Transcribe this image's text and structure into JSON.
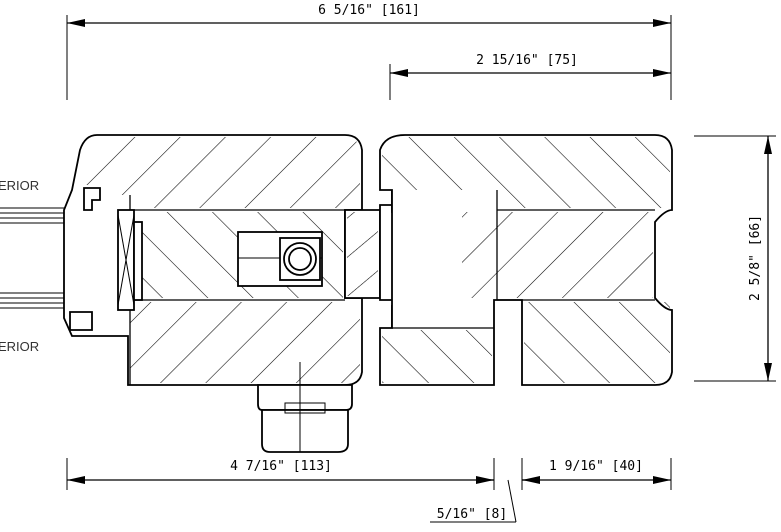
{
  "dimensions": {
    "overall_width": "6 5/16\" [161]",
    "right_section_width": "2 15/16\" [75]",
    "height": "2 5/8\" [66]",
    "left_section_width": "4 7/16\" [113]",
    "gap_width": "5/16\" [8]",
    "right_bottom_width": "1 9/16\" [40]"
  },
  "labels": {
    "exterior": "ERIOR",
    "interior": "ERIOR"
  }
}
